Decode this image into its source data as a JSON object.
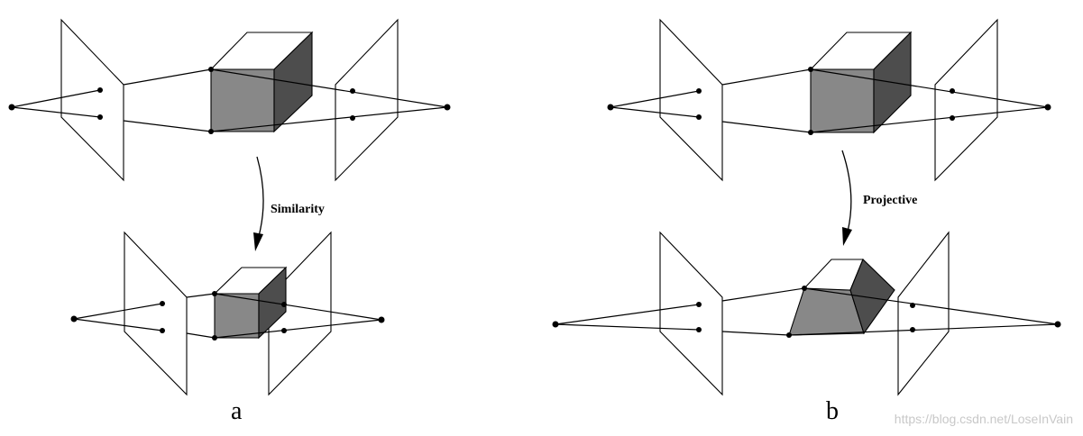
{
  "panels": [
    {
      "label": "a",
      "transform_label": "Similarity"
    },
    {
      "label": "b",
      "transform_label": "Projective"
    }
  ],
  "watermark": "https://blog.csdn.net/LoseInVain",
  "colors": {
    "cube_front": "#888888",
    "cube_side": "#4d4d4d",
    "cube_top": "#ffffff",
    "lines": "#000000",
    "watermark": "#c8c8c8"
  }
}
